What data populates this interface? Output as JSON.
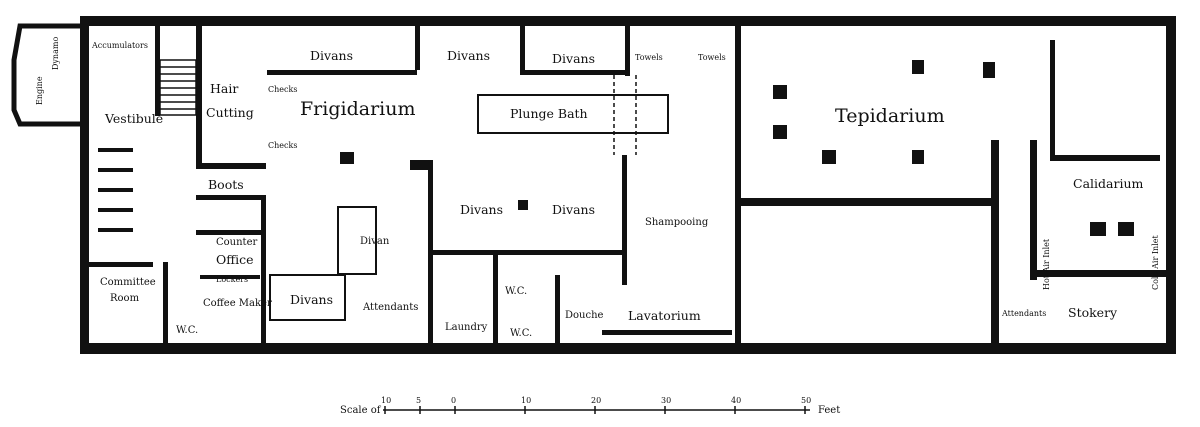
{
  "rooms": {
    "vestibule": "Vestibule",
    "hair_cutting_1": "Hair",
    "hair_cutting_2": "Cutting",
    "frigidarium": "Frigidarium",
    "plunge_bath": "Plunge Bath",
    "tepidarium": "Tepidarium",
    "calidarium": "Calidarium",
    "boots": "Boots",
    "counter": "Counter",
    "office": "Office",
    "lockers": "Lockers",
    "committee_room_1": "Committee",
    "committee_room_2": "Room",
    "coffee_maker": "Coffee Maker",
    "wc_1": "W.C.",
    "wc_2": "W.C.",
    "wc_3": "W.C.",
    "divans_top_1": "Divans",
    "divans_top_2": "Divans",
    "divans_top_3": "Divans",
    "divans_mid_1": "Divans",
    "divans_mid_2": "Divans",
    "divan": "Divan",
    "divans_low": "Divans",
    "attendants_1": "Attendants",
    "attendants_2": "Attendants",
    "laundry": "Laundry",
    "douche": "Douche",
    "lavatorium": "Lavatorium",
    "shampooing": "Shampooing",
    "stokery": "Stokery",
    "checks_1": "Checks",
    "checks_2": "Checks",
    "towels_1": "Towels",
    "towels_2": "Towels",
    "accumulators": "Accumulators",
    "engine": "Engine",
    "dynamo": "Dynamo",
    "hot_air_inlet": "Hot Air Inlet",
    "cold_air_inlet": "Cold Air Inlet"
  },
  "scale": {
    "label": "Scale of",
    "unit": "Feet",
    "ticks": [
      "10",
      "5",
      "0",
      "10",
      "20",
      "30",
      "40",
      "50"
    ]
  }
}
